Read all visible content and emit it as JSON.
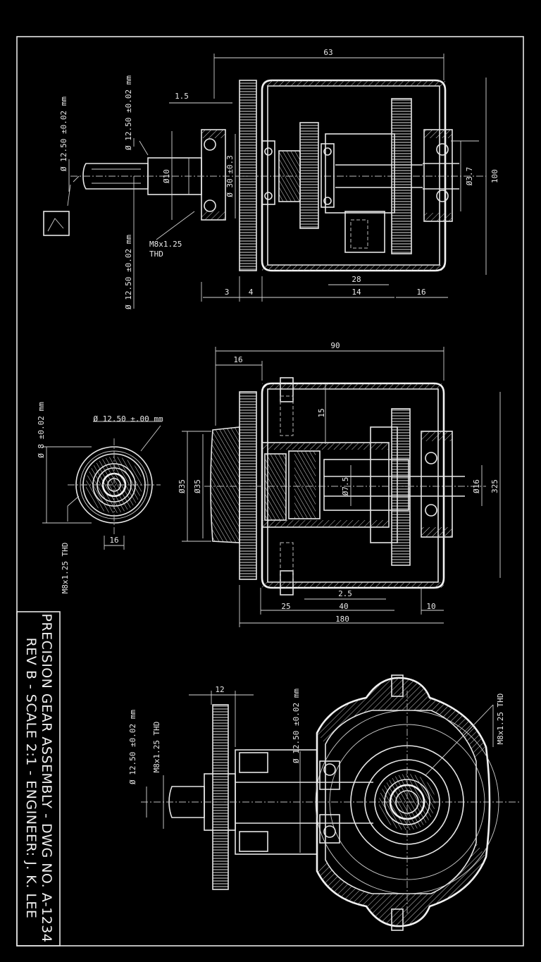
{
  "title_block": {
    "line1": "PRECISION GEAR ASSEMBLY - DWG NO. A-1234",
    "line2": "REV B - SCALE  2:1  - ENGINEER: J. K. LEE"
  },
  "view_top": {
    "dim_overall": "63",
    "dim_flange": "1.5",
    "dim_d10": "Ø10",
    "dim_d30": "Ø 30 ±0.3",
    "dim_d37": "Ø3.7",
    "dim_100": "100",
    "dim_shaft_tol": "Ø 12.50 ±0.02 mm",
    "dim_neck_tol": "Ø 12.50 ±0.02 mm",
    "dim_lower_tol": "Ø 12.50 ±0.02 mm",
    "thread": "M8x1.25",
    "thread2": "THD",
    "dim_3": "3",
    "dim_4": "4",
    "dim_28": "28",
    "dim_14": "14",
    "dim_16": "16"
  },
  "view_mid": {
    "dim_90": "90",
    "dim_16": "16",
    "dim_15": "15",
    "dim_325": "325",
    "dim_d16": "Ø16",
    "dim_d35a": "Ø35",
    "dim_d35b": "Ø35",
    "dim_d7": "Ø7.5",
    "dim_25a": "25",
    "dim_25b": "2.5",
    "dim_40": "40",
    "dim_10": "10",
    "dim_180": "180"
  },
  "view_end": {
    "dim_top": "Ø 12.50 ±.00 mm",
    "dim_left": "Ø 8 ±0.02 mm",
    "dim_bottom": "16",
    "thread": "M8x1.25 THD"
  },
  "view_bottom": {
    "dim_12": "12",
    "dim_tol_a": "Ø 12.50 ±0.02 mm",
    "dim_tol_b": "Ø 12.50 ±0.02 mm",
    "thread_a": "M8x1.25 THD",
    "thread_b": "M8x1.25 THD"
  }
}
